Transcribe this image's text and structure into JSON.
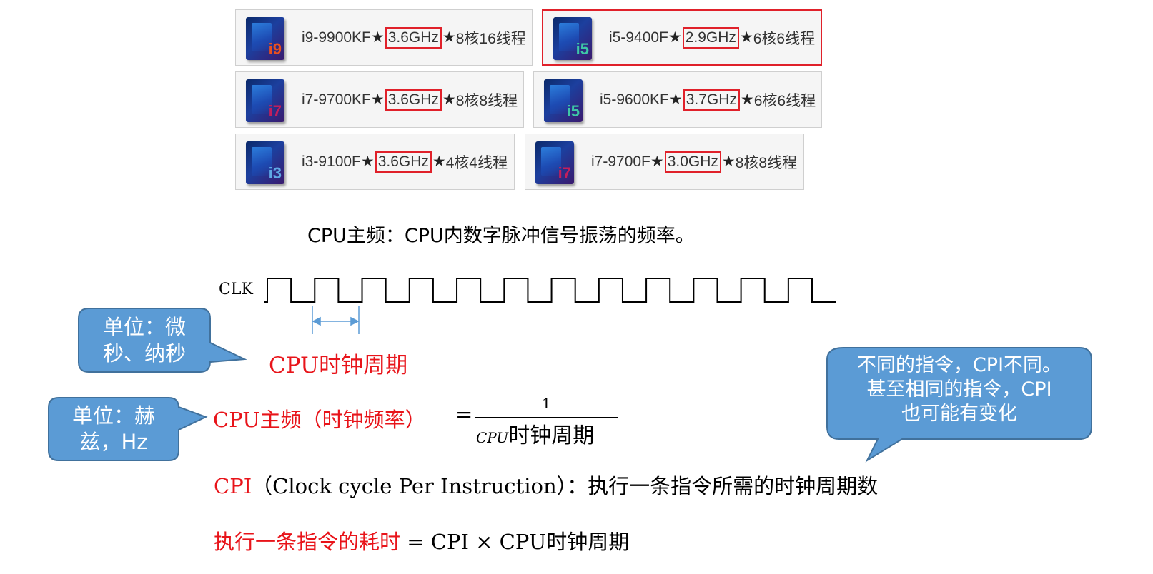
{
  "cpu_cards": [
    {
      "model": "i9-9900KF",
      "freq": "3.6GHz",
      "star": "★",
      "cores": "8核16线程",
      "badge": "i9",
      "badge_color": "#e8501e"
    },
    {
      "model": "i5-9400F",
      "freq": "2.9GHz",
      "star": "★",
      "cores": "6核6线程",
      "badge": "i5",
      "badge_color": "#3ec7a6"
    },
    {
      "model": "i7-9700KF",
      "freq": "3.6GHz",
      "star": "★",
      "cores": "8核8线程",
      "badge": "i7",
      "badge_color": "#c21e5c"
    },
    {
      "model": "i5-9600KF",
      "freq": "3.7GHz",
      "star": "★",
      "cores": "6核6线程",
      "badge": "i5",
      "badge_color": "#3ec7a6"
    },
    {
      "model": "i3-9100F",
      "freq": "3.6GHz",
      "star": "★",
      "cores": "4核4线程",
      "badge": "i3",
      "badge_color": "#5fa9e6"
    },
    {
      "model": "i7-9700F",
      "freq": "3.0GHz",
      "star": "★",
      "cores": "8核8线程",
      "badge": "i7",
      "badge_color": "#c21e5c"
    }
  ],
  "definition": "CPU主频：CPU内数字脉冲信号振荡的频率。",
  "clk_label": "CLK",
  "clk_cycles": 12,
  "clock_period_label": "CPU时钟周期",
  "callout_unit_time": {
    "line1": "单位：微",
    "line2": "秒、纳秒"
  },
  "callout_unit_freq": {
    "line1": "单位：赫",
    "line2": "兹，Hz"
  },
  "callout_cpi": {
    "line1": "不同的指令，CPI不同。",
    "line2": "甚至相同的指令，CPI",
    "line3": "也可能有变化"
  },
  "formula_freq": {
    "lhs": "CPU主频（时钟频率）",
    "equals": "=",
    "numerator": "1",
    "den_italic": "CPU",
    "den_text": "时钟周期"
  },
  "cpi_def": {
    "term": "CPI",
    "paren": "（Clock cycle Per Instruction）：执行一条指令所需的时钟周期数"
  },
  "time_formula": {
    "lhs": "执行一条指令的耗时",
    "rhs": " = CPI × CPU时钟周期"
  },
  "colors": {
    "highlight_red": "#e0212a",
    "text_red": "#e8141a",
    "callout_fill": "#5b9bd5",
    "callout_stroke": "#41719c",
    "arrow_blue": "#5b9bd5"
  }
}
